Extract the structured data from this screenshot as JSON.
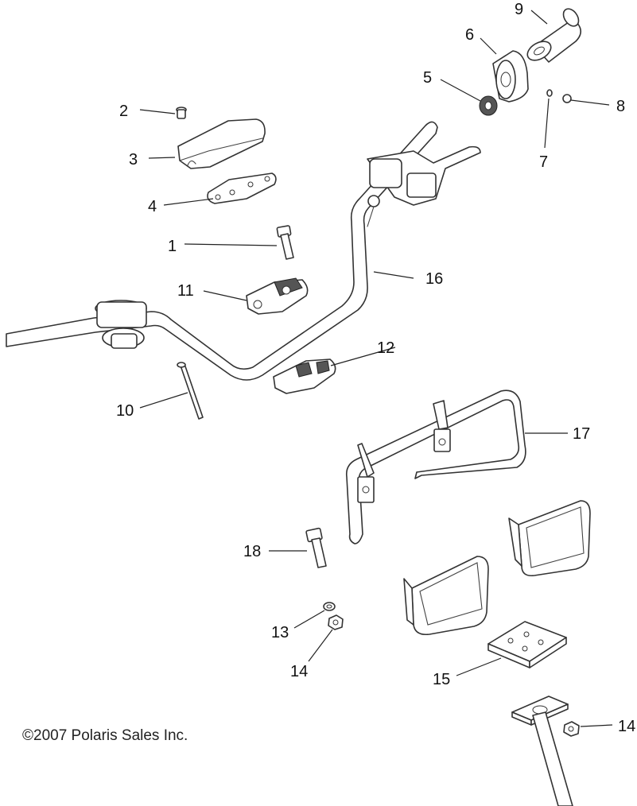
{
  "callouts": {
    "c1": "1",
    "c2": "2",
    "c3": "3",
    "c4": "4",
    "c5": "5",
    "c6": "6",
    "c7": "7",
    "c8": "8",
    "c9": "9",
    "c10": "10",
    "c11": "11",
    "c12": "12",
    "c13": "13",
    "c14a": "14",
    "c14b": "14",
    "c15": "15",
    "c16": "16",
    "c17": "17",
    "c18": "18"
  },
  "copyright": "©2007 Polaris Sales Inc."
}
